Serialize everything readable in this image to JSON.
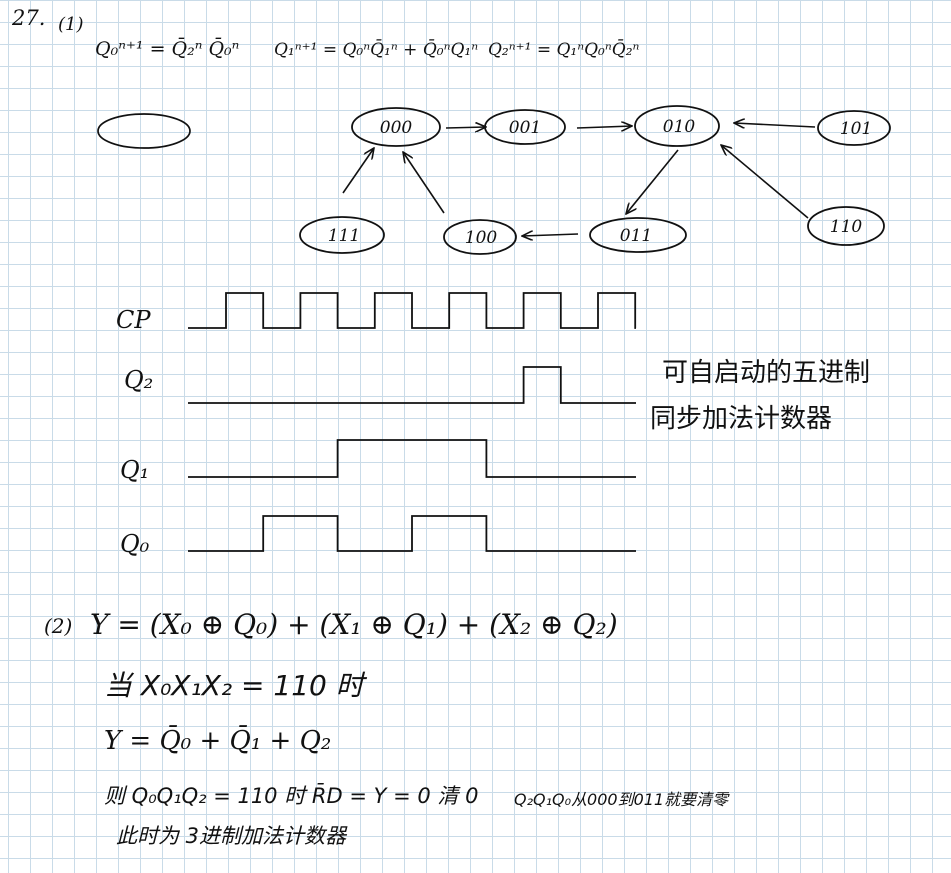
{
  "problem_number": "27.",
  "part1_label": "(1)",
  "equations": {
    "q0": "Q₀ⁿ⁺¹ = Q̄₂ⁿ Q̄₀ⁿ",
    "q1": "Q₁ⁿ⁺¹ = Q₀ⁿQ̄₁ⁿ + Q̄₀ⁿQ₁ⁿ",
    "q2": "Q₂ⁿ⁺¹ = Q₁ⁿQ₀ⁿQ̄₂ⁿ"
  },
  "state_legend": "Q₂Q₁Q₀",
  "states": {
    "s000": "000",
    "s001": "001",
    "s010": "010",
    "s101": "101",
    "s111": "111",
    "s100": "100",
    "s011": "011",
    "s110": "110"
  },
  "timing": {
    "labels": {
      "cp": "CP",
      "q2": "Q₂",
      "q1": "Q₁",
      "q0": "Q₀"
    },
    "levels": {
      "cp": [
        0,
        1,
        0,
        1,
        0,
        1,
        0,
        1,
        0,
        1,
        0,
        1,
        0
      ],
      "q2": [
        0,
        0,
        0,
        0,
        0,
        0,
        0,
        0,
        0,
        1,
        0,
        0
      ],
      "q1": [
        0,
        0,
        0,
        0,
        1,
        1,
        1,
        1,
        0,
        0,
        0,
        0
      ],
      "q0": [
        0,
        0,
        1,
        1,
        0,
        0,
        1,
        1,
        0,
        0,
        0,
        0
      ]
    }
  },
  "annotation_line1": "可自启动的五进制",
  "annotation_line2": "同步加法计数器",
  "part2": {
    "label": "(2)",
    "expr_y": "Y = (X₀ ⊕ Q₀) + (X₁ ⊕ Q₁) + (X₂ ⊕ Q₂)",
    "condition": "当 X₀X₁X₂ = 110 时",
    "simplified": "Y = Q̄₀ + Q̄₁ + Q₂",
    "clear_line": "则 Q₀Q₁Q₂ = 110 时  R̄D = Y = 0  清 0",
    "note": "Q₂Q₁Q₀从000到011就要清零",
    "conclusion": "此时为 3进制加法计数器"
  }
}
